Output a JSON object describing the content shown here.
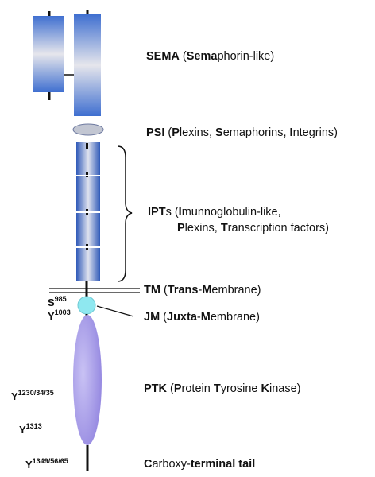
{
  "domains": [
    {
      "id": "sema",
      "segments": [
        {
          "t": "SEMA",
          "b": true
        },
        {
          "t": " (",
          "b": false
        },
        {
          "t": "Sema",
          "b": true
        },
        {
          "t": "phorin-like)",
          "b": false
        }
      ]
    },
    {
      "id": "psi",
      "segments": [
        {
          "t": "PSI",
          "b": true
        },
        {
          "t": " (",
          "b": false
        },
        {
          "t": "P",
          "b": true
        },
        {
          "t": "lexins, ",
          "b": false
        },
        {
          "t": "S",
          "b": true
        },
        {
          "t": "emaphorins, ",
          "b": false
        },
        {
          "t": "I",
          "b": true
        },
        {
          "t": "ntegrins)",
          "b": false
        }
      ]
    },
    {
      "id": "ipts-line1",
      "segments": [
        {
          "t": "IPT",
          "b": true
        },
        {
          "t": "s (",
          "b": false
        },
        {
          "t": "I",
          "b": true
        },
        {
          "t": "munnoglobulin-like,",
          "b": false
        }
      ]
    },
    {
      "id": "ipts-line2",
      "segments": [
        {
          "t": "P",
          "b": true
        },
        {
          "t": "lexins, ",
          "b": false
        },
        {
          "t": "T",
          "b": true
        },
        {
          "t": "ranscription factors)",
          "b": false
        }
      ]
    },
    {
      "id": "tm",
      "segments": [
        {
          "t": "TM",
          "b": true
        },
        {
          "t": " (",
          "b": false
        },
        {
          "t": "Trans",
          "b": true
        },
        {
          "t": "-",
          "b": false
        },
        {
          "t": "M",
          "b": true
        },
        {
          "t": "embrane)",
          "b": false
        }
      ]
    },
    {
      "id": "jm",
      "segments": [
        {
          "t": "JM",
          "b": true
        },
        {
          "t": " (",
          "b": false
        },
        {
          "t": "Juxta",
          "b": true
        },
        {
          "t": "-",
          "b": false
        },
        {
          "t": "M",
          "b": true
        },
        {
          "t": "embrane)",
          "b": false
        }
      ]
    },
    {
      "id": "ptk",
      "segments": [
        {
          "t": "PTK",
          "b": true
        },
        {
          "t": " (",
          "b": false
        },
        {
          "t": "P",
          "b": true
        },
        {
          "t": "rotein ",
          "b": false
        },
        {
          "t": "T",
          "b": true
        },
        {
          "t": "yrosine ",
          "b": false
        },
        {
          "t": "K",
          "b": true
        },
        {
          "t": "inase)",
          "b": false
        }
      ]
    },
    {
      "id": "tail",
      "segments": [
        {
          "t": "C",
          "b": true
        },
        {
          "t": "arboxy-",
          "b": false
        },
        {
          "t": "terminal tail",
          "b": true
        }
      ]
    }
  ],
  "residues": [
    {
      "id": "s985",
      "base": "S",
      "sup": "985"
    },
    {
      "id": "y1003",
      "base": "Y",
      "sup": "1003"
    },
    {
      "id": "y1230",
      "base": "Y",
      "sup": "1230/34/35"
    },
    {
      "id": "y1313",
      "base": "Y",
      "sup": "1313"
    },
    {
      "id": "y1349",
      "base": "Y",
      "sup": "1349/56/65"
    }
  ],
  "colors": {
    "blue": "#3f6fd0",
    "blue_light": "#e6e6ec",
    "psi_fill": "#c2c6d2",
    "jm_fill": "#8fe8f0",
    "ptk_fill": "#a59ae6",
    "line": "#111111"
  }
}
